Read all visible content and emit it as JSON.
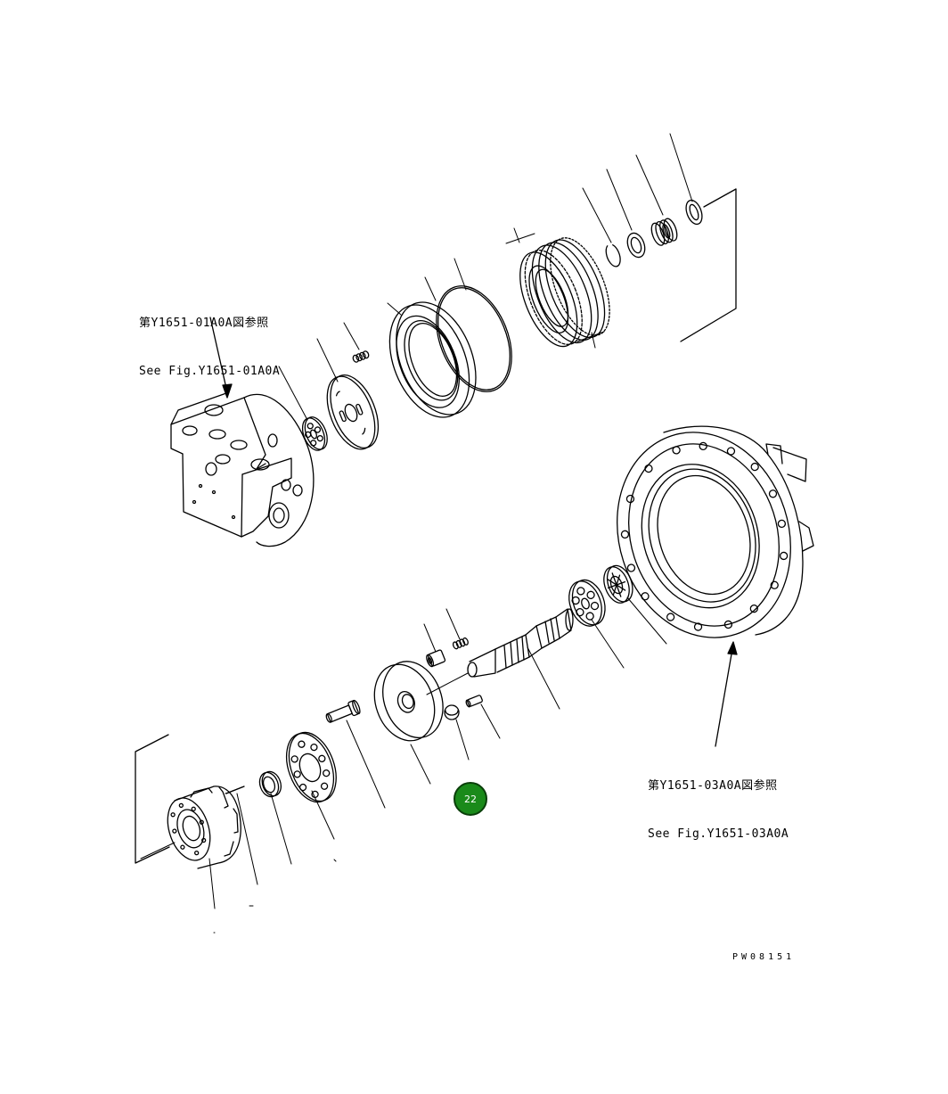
{
  "refs": {
    "top_left": {
      "line1": "第Y1651-01A0A図参照",
      "line2": "See Fig.Y1651-01A0A"
    },
    "bottom_right": {
      "line1": "第Y1651-03A0A図参照",
      "line2": "See Fig.Y1651-03A0A"
    }
  },
  "callout": {
    "label": "22",
    "color": "#1a8a1a"
  },
  "drawing_code": "PW08151"
}
